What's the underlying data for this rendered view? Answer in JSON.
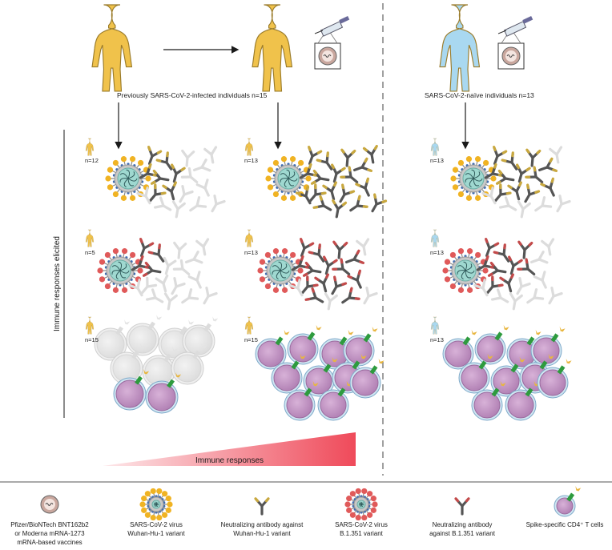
{
  "groups": {
    "infected": "Previously SARS-CoV-2-infected individuals n=15",
    "naive": "SARS-CoV-2-naïve individuals n=13"
  },
  "y_axis_label": "Immune responses elicited",
  "ramp_label": "Immune responses",
  "counts": {
    "col1": [
      "n=12",
      "n=5",
      "n=15"
    ],
    "col2": [
      "n=13",
      "n=13",
      "n=15"
    ],
    "col3": [
      "n=13",
      "n=13",
      "n=13"
    ]
  },
  "legend": [
    {
      "icon": "vaccine-icon",
      "lines": [
        "Pfizer/BioNTech BNT162b2",
        "or Moderna mRNA-1273",
        "mRNA-based vaccines"
      ]
    },
    {
      "icon": "virus-wuhan-icon",
      "lines": [
        "SARS-CoV-2 virus",
        "Wuhan-Hu-1 variant"
      ]
    },
    {
      "icon": "antibody-wuhan-icon",
      "lines": [
        "Neutralizing antibody against",
        "Wuhan-Hu-1 variant"
      ]
    },
    {
      "icon": "virus-b1351-icon",
      "lines": [
        "SARS-CoV-2 virus",
        "B.1.351 variant"
      ]
    },
    {
      "icon": "antibody-b1351-icon",
      "lines": [
        "Neutralizing antibody",
        "against B.1.351 variant"
      ]
    },
    {
      "icon": "tcell-icon",
      "lines": [
        "Spike-specific CD4⁺ T cells"
      ]
    }
  ],
  "colors": {
    "infected_person": "#f0c24b",
    "naive_person": "#a9d8f0",
    "wuhan_spike": "#f0b323",
    "b1351_spike": "#e05a5a",
    "antibody_tip_wuhan": "#c9a83e",
    "antibody_tip_b1351": "#c44a4a",
    "tcell_fill": "#c497c4",
    "ramp": "#ef4a5a"
  }
}
